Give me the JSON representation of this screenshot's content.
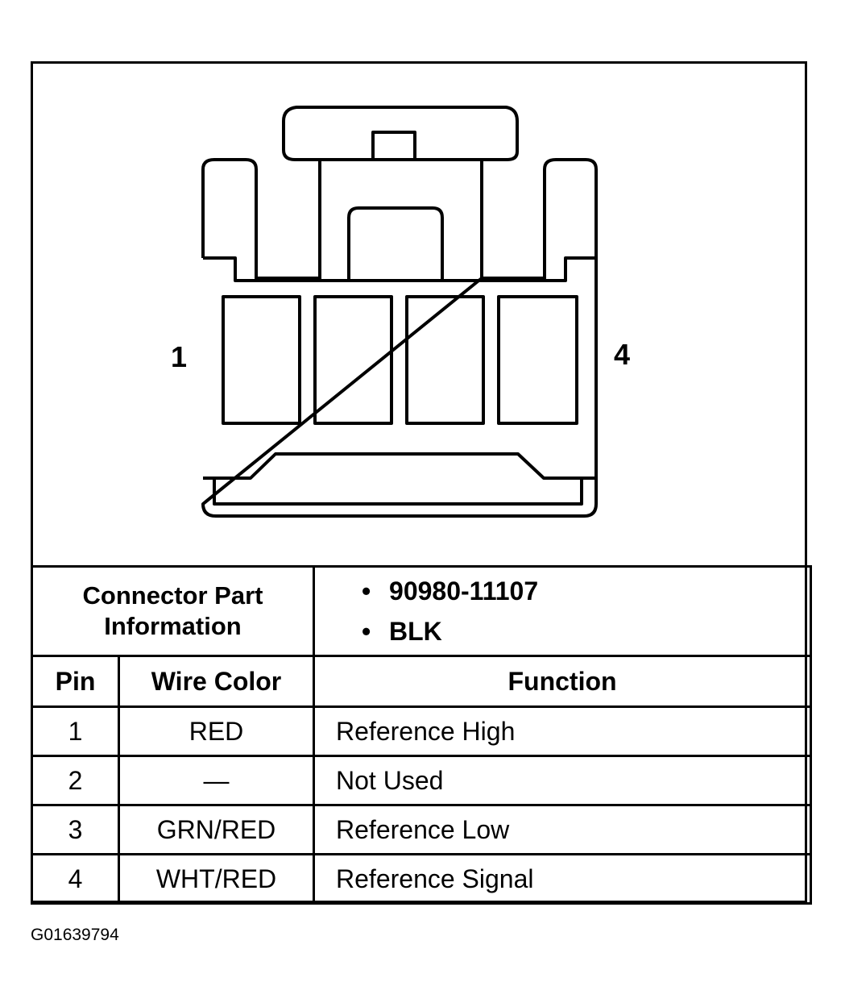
{
  "connector": {
    "pin_left_label": "1",
    "pin_right_label": "4"
  },
  "part_info": {
    "label_line1": "Connector Part",
    "label_line2": "Information",
    "bullets": [
      "90980-11107",
      "BLK"
    ]
  },
  "table": {
    "headers": {
      "pin": "Pin",
      "wire_color": "Wire Color",
      "function": "Function"
    },
    "rows": [
      {
        "pin": "1",
        "wire_color": "RED",
        "function": "Reference High"
      },
      {
        "pin": "2",
        "wire_color": "—",
        "function": "Not Used"
      },
      {
        "pin": "3",
        "wire_color": "GRN/RED",
        "function": "Reference Low"
      },
      {
        "pin": "4",
        "wire_color": "WHT/RED",
        "function": "Reference Signal"
      }
    ]
  },
  "figure_id": "G01639794"
}
